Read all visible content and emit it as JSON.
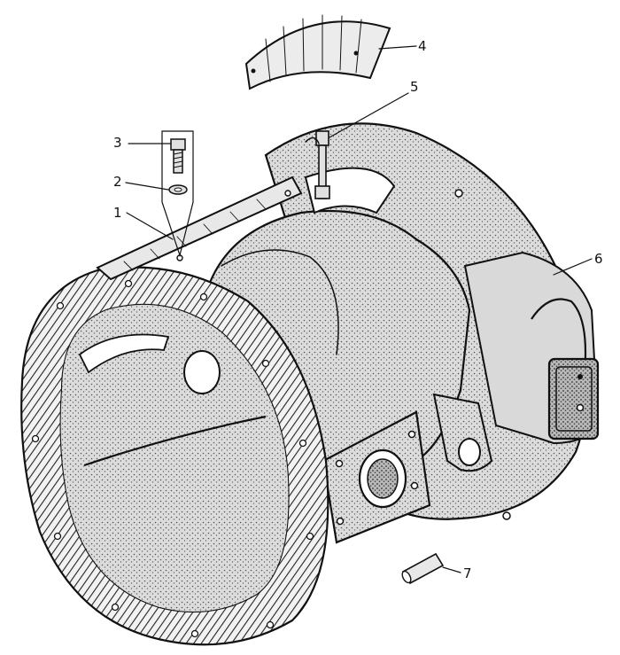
{
  "callouts": [
    {
      "id": "1",
      "label": "1"
    },
    {
      "id": "2",
      "label": "2"
    },
    {
      "id": "3",
      "label": "3"
    },
    {
      "id": "4",
      "label": "4"
    },
    {
      "id": "5",
      "label": "5"
    },
    {
      "id": "6",
      "label": "6"
    },
    {
      "id": "7",
      "label": "7"
    }
  ],
  "colors": {
    "ink": "#111111",
    "paper": "#ffffff",
    "metal": "#d9d9d9"
  }
}
